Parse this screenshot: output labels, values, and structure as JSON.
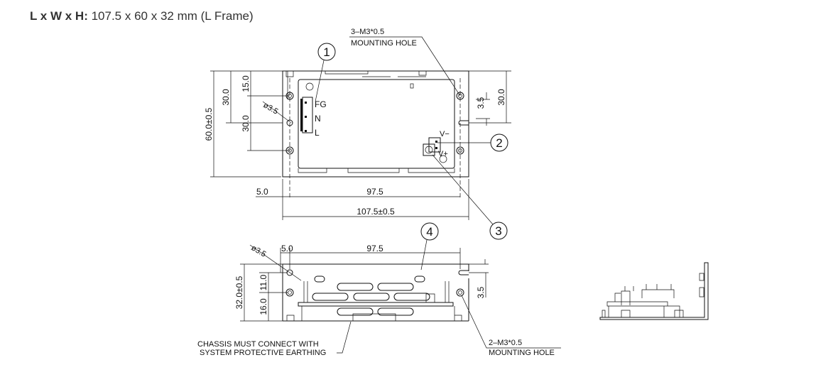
{
  "header": {
    "label": "L x W x H:",
    "value": " 107.5 x 60 x 32 mm (L Frame)"
  },
  "top_view": {
    "mount_note_1": "3–M3*0.5",
    "mount_note_2": "MOUNTING  HOLE",
    "dims": {
      "height": "60.0±0.5",
      "left_30": "30.0",
      "left_15": "15.0",
      "left_30b": "30.0",
      "right_30": "30.0",
      "right_3_5": "3.5",
      "hole_dia": "ø3.5",
      "d5": "5.0",
      "d97": "97.5",
      "d107": "107.5±0.5"
    },
    "pins": [
      "FG",
      "N",
      "L"
    ],
    "vminus": "V−",
    "vplus": "V+",
    "callouts": [
      "1",
      "2",
      "3"
    ]
  },
  "front_view": {
    "callout": "4",
    "dims": {
      "hole_dia": "ø3.5",
      "d5": "5.0",
      "d97": "97.5",
      "height": "32.0±0.5",
      "d11": "11.0",
      "d16": "16.0",
      "d3_5": "3.5"
    },
    "chassis_note_1": "CHASSIS  MUST  CONNECT  WITH",
    "chassis_note_2": "SYSTEM  PROTECTIVE  EARTHING",
    "mount_note_1": "2–M3*0.5",
    "mount_note_2": "MOUNTING  HOLE"
  }
}
